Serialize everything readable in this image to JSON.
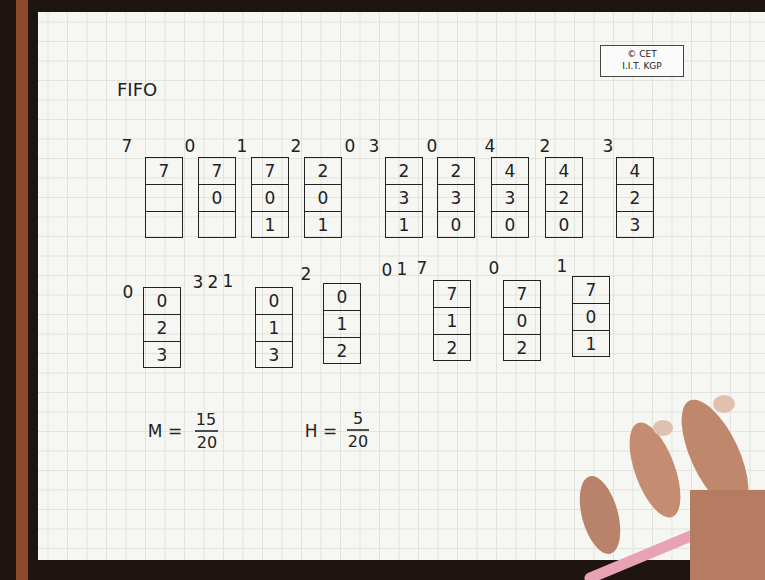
{
  "diagram": {
    "title": "FIFO",
    "nodes": [
      {
        "text": [
          "© CET",
          "I.I.T. KGP"
        ]
      },
      {
        "text": [
          "7"
        ]
      },
      {
        "text": [
          "7",
          "0"
        ]
      },
      {
        "text": [
          "7",
          "0",
          "1"
        ]
      },
      {
        "text": [
          "2",
          "0",
          "1"
        ]
      },
      {
        "text": [
          "2",
          "3",
          "1"
        ]
      },
      {
        "text": [
          "2",
          "3",
          "0"
        ]
      },
      {
        "text": [
          "4",
          "3",
          "0"
        ]
      },
      {
        "text": [
          "4",
          "2",
          "0"
        ]
      },
      {
        "text": [
          "4",
          "2",
          "3"
        ]
      },
      {
        "text": [
          "0",
          "2",
          "3"
        ]
      },
      {
        "text": [
          "0",
          "1",
          "3"
        ]
      },
      {
        "text": [
          "0",
          "1",
          "2"
        ]
      },
      {
        "text": [
          "7",
          "1",
          "2"
        ]
      },
      {
        "text": [
          "7",
          "0",
          "2"
        ]
      },
      {
        "text": [
          "7",
          "0",
          "1"
        ]
      }
    ],
    "labels": [
      "7",
      "0",
      "1",
      "2",
      "0",
      "3",
      "0",
      "4",
      "2",
      "3",
      "0",
      "3",
      "2",
      "1",
      "2",
      "0",
      "1",
      "7",
      "0",
      "1",
      "M =",
      "15",
      "20",
      "H =",
      "5",
      "20"
    ]
  }
}
